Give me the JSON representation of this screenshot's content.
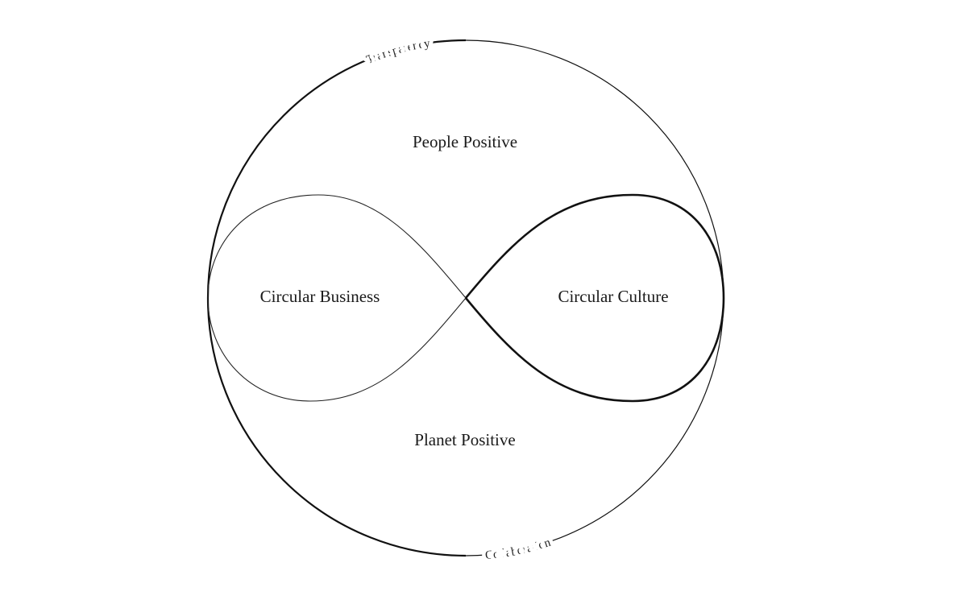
{
  "diagram": {
    "ring_labels": {
      "top": "Transparency",
      "bottom": "Collaboration"
    },
    "regions": {
      "top": "People Positive",
      "left": "Circular Business",
      "right": "Circular Culture",
      "bottom": "Planet Positive"
    },
    "colors": {
      "stroke": "#111111",
      "text": "#1a1a1a",
      "background": "#ffffff"
    }
  }
}
